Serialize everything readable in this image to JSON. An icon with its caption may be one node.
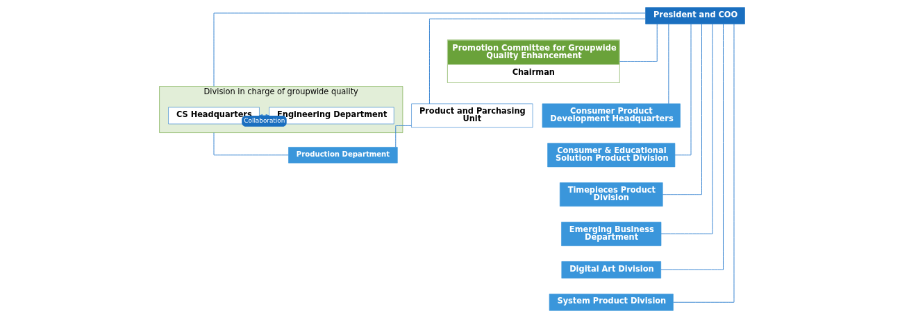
{
  "diagram": {
    "nodes": [
      {
        "text": [
          "President and COO"
        ]
      },
      {
        "text": [
          "Promotion Committee for Groupwide Quality Enhancement",
          "Chairman"
        ]
      },
      {
        "text": [
          "Division in charge of groupwide quality"
        ]
      },
      {
        "text": [
          "CS Headquarters"
        ],
        "in": 2
      },
      {
        "text": [
          "Engineering Department"
        ],
        "in": 2
      },
      {
        "text": [
          "Product and Parchasing Unit"
        ]
      },
      {
        "text": [
          "Production Department"
        ]
      },
      {
        "text": [
          "Consumer Product Development Headquarters"
        ]
      },
      {
        "text": [
          "Consumer & Educational Solution Product Division"
        ]
      },
      {
        "text": [
          "Timepieces Product Division"
        ]
      },
      {
        "text": [
          "Emerging Business Department"
        ]
      },
      {
        "text": [
          "Digital Art Division"
        ]
      },
      {
        "text": [
          "System Product Division"
        ]
      }
    ],
    "edges": [
      {
        "from": 0,
        "to": 1,
        "arrow": "none"
      },
      {
        "from": 0,
        "to": 2,
        "arrow": "none"
      },
      {
        "from": 0,
        "to": 5,
        "arrow": "none"
      },
      {
        "from": 0,
        "to": 7,
        "arrow": "none"
      },
      {
        "from": 0,
        "to": 8,
        "arrow": "none"
      },
      {
        "from": 0,
        "to": 9,
        "arrow": "none"
      },
      {
        "from": 0,
        "to": 10,
        "arrow": "none"
      },
      {
        "from": 0,
        "to": 11,
        "arrow": "none"
      },
      {
        "from": 0,
        "to": 12,
        "arrow": "none"
      },
      {
        "from": 5,
        "to": 6,
        "arrow": "none"
      },
      {
        "from": 2,
        "to": 6,
        "arrow": "none"
      },
      {
        "from": 3,
        "to": 4,
        "arrow": "both",
        "label": "Collaboration"
      }
    ]
  }
}
